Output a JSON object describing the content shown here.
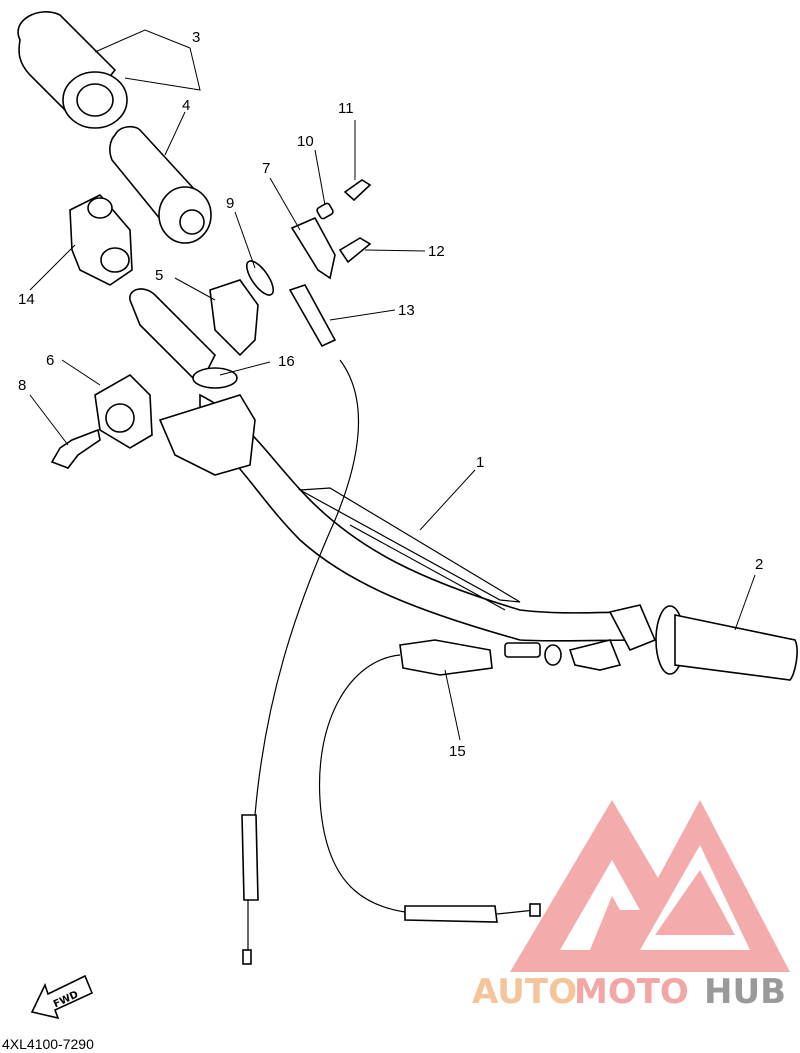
{
  "diagram": {
    "drawing_code": "4XL4100-7290",
    "fwd_label": "FWD",
    "callouts": [
      "1",
      "2",
      "3",
      "4",
      "5",
      "6",
      "7",
      "8",
      "9",
      "10",
      "11",
      "12",
      "13",
      "14",
      "15",
      "16"
    ]
  },
  "watermark": {
    "text_auto": "AUTO",
    "text_moto": "MOTO",
    "text_hub": "HUB",
    "colors": {
      "auto": "#f6c49a",
      "moto": "#f3a6a6",
      "hub": "#9a9a9a",
      "logo": "#f2a2a2"
    }
  }
}
